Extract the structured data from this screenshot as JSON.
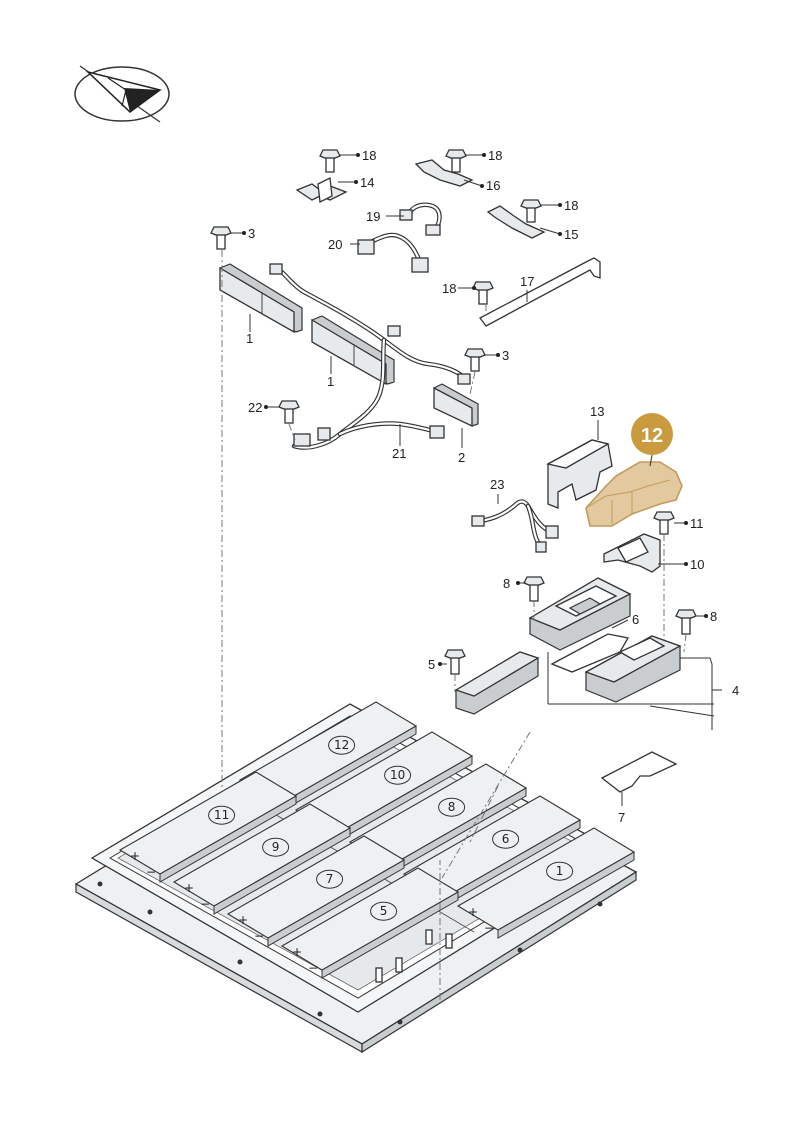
{
  "diagram": {
    "highlight_label": "12",
    "colors": {
      "highlight_fill": "#e3c9a0",
      "highlight_stroke": "#c49a5a",
      "badge": "#c99a3e",
      "badge_text": "#ffffff",
      "line": "#333333",
      "part_fill": "#e7eaec"
    },
    "logo_icon": "paper-plane-icon",
    "part_labels": {
      "p1a": "1",
      "p1b": "1",
      "p2": "2",
      "p3a": "3",
      "p3b": "3",
      "p4": "4",
      "p5": "5",
      "p6": "6",
      "p7": "7",
      "p8a": "8",
      "p8b": "8",
      "p10": "10",
      "p11": "11",
      "p13": "13",
      "p14": "14",
      "p15": "15",
      "p16": "16",
      "p17": "17",
      "p18a": "18",
      "p18b": "18",
      "p18c": "18",
      "p18d": "18",
      "p19": "19",
      "p20": "20",
      "p21": "21",
      "p22": "22",
      "p23": "23"
    },
    "battery_cells": [
      "12",
      "10",
      "8",
      "6",
      "1",
      "11",
      "9",
      "7",
      "5"
    ],
    "cell_polarity": {
      "plus": "+",
      "minus": "−"
    }
  }
}
